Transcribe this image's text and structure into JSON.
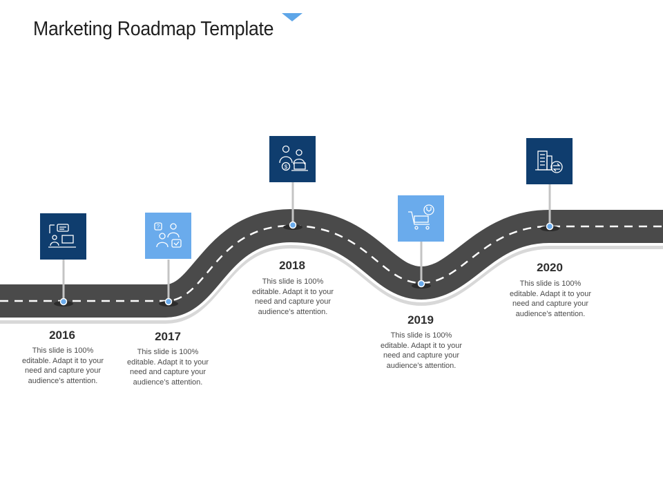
{
  "title": "Marketing Roadmap Template",
  "colors": {
    "dark_box": "#0f3d6e",
    "light_box": "#6aabec",
    "road": "#4a4a4a",
    "accent": "#5ea6e8"
  },
  "milestones": [
    {
      "year": "2016",
      "text": "This slide is 100% editable. Adapt it to your need and capture your audience’s attention.",
      "icon": "presentation-chat-icon",
      "box_style": "dark"
    },
    {
      "year": "2017",
      "text": "This slide is 100% editable. Adapt it to your need and capture your audience’s attention.",
      "icon": "consulting-people-icon",
      "box_style": "light"
    },
    {
      "year": "2018",
      "text": "This slide is 100% editable. Adapt it to your need and capture your audience’s attention.",
      "icon": "sales-people-money-icon",
      "box_style": "dark"
    },
    {
      "year": "2019",
      "text": "This slide is 100% editable. Adapt it to your need and capture your audience’s attention.",
      "icon": "shopping-cart-icon",
      "box_style": "light"
    },
    {
      "year": "2020",
      "text": "This slide is 100% editable. Adapt it to your need and capture your audience’s attention.",
      "icon": "building-exchange-icon",
      "box_style": "dark"
    }
  ]
}
